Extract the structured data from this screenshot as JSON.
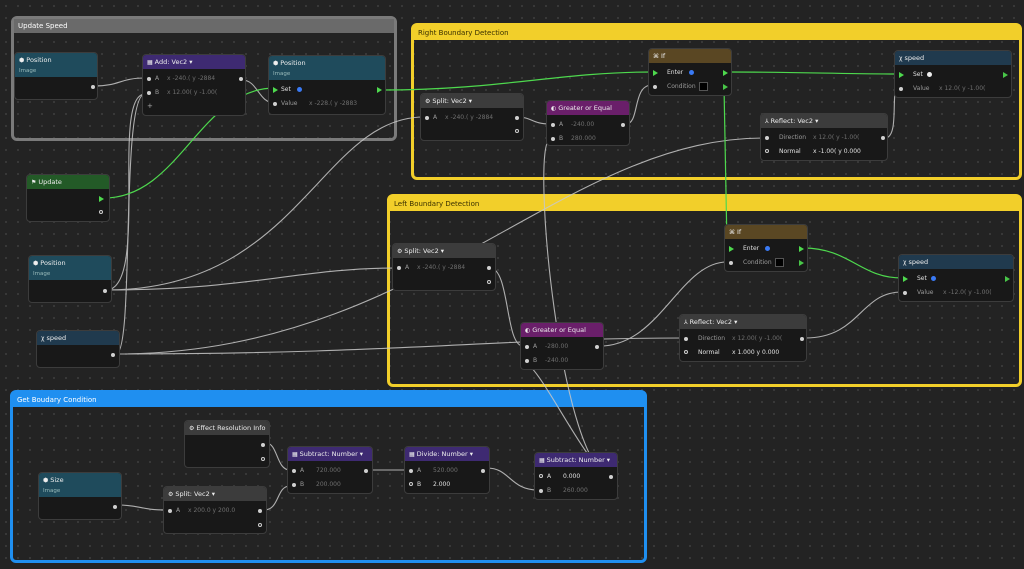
{
  "groups": {
    "update_speed": "Update Speed",
    "right_boundary": "Right Boundary Detection",
    "left_boundary": "Left Boundary Detection",
    "get_boundary": "Get Boudary Condition"
  },
  "nodes": {
    "position1": {
      "title": "Position",
      "sub": "Image"
    },
    "add_vec2": {
      "title": "Add: Vec2 ▾",
      "rowA": "A",
      "rowA_val": "x  -240.(   y  -2884",
      "rowB": "B",
      "rowB_val": "x  12.00(   y  -1.00(",
      "plus": "+"
    },
    "position_set": {
      "title": "Position",
      "sub": "Image",
      "set": "Set",
      "value": "Value",
      "value_val": "x  -228.(   y  -2883"
    },
    "update": {
      "title": "Update"
    },
    "position2": {
      "title": "Position",
      "sub": "Image"
    },
    "speed1": {
      "title": "speed"
    },
    "split_top": {
      "title": "Split: Vec2 ▾",
      "rowA": "A",
      "rowA_val": "x  -240.(   y  -2884"
    },
    "gte_top": {
      "title": "Greater or Equal",
      "rowA": "A",
      "rowA_val": "-240.00",
      "rowB": "B",
      "rowB_val": "280.000"
    },
    "if_top": {
      "title": "If",
      "enter": "Enter",
      "condition": "Condition"
    },
    "speed_set_top": {
      "title": "speed",
      "set": "Set",
      "value": "Value",
      "value_val": "x  12.0(   y  -1.00("
    },
    "reflect_top": {
      "title": "Reflect: Vec2 ▾",
      "direction": "Direction",
      "direction_val": "x  12.0(   y  -1.00(",
      "normal": "Normal",
      "normal_val": "x  -1.00(   y  0.000"
    },
    "split_mid": {
      "title": "Split: Vec2 ▾",
      "rowA": "A",
      "rowA_val": "x  -240.(   y  -2884"
    },
    "if_mid": {
      "title": "If",
      "enter": "Enter",
      "condition": "Condition"
    },
    "speed_set_mid": {
      "title": "speed",
      "set": "Set",
      "value": "Value",
      "value_val": "x  -12.0(   y  -1.00("
    },
    "gte_mid": {
      "title": "Greater or Equal",
      "rowA": "A",
      "rowA_val": "-280.00",
      "rowB": "B",
      "rowB_val": "-240.00"
    },
    "reflect_mid": {
      "title": "Reflect: Vec2 ▾",
      "direction": "Direction",
      "direction_val": "x  12.00(   y  -1.00(",
      "normal": "Normal",
      "normal_val": "x  1.000   y  0.000"
    },
    "effect_res": {
      "title": "Effect Resolution Info"
    },
    "subtract1": {
      "title": "Subtract: Number ▾",
      "rowA": "A",
      "rowA_val": "720.000",
      "rowB": "B",
      "rowB_val": "200.000"
    },
    "divide": {
      "title": "Divide: Number ▾",
      "rowA": "A",
      "rowA_val": "520.000",
      "rowB": "B",
      "rowB_val": "2.000"
    },
    "subtract2": {
      "title": "Subtract: Number ▾",
      "rowA": "A",
      "rowA_val": "0.000",
      "rowB": "B",
      "rowB_val": "260.000"
    },
    "size": {
      "title": "Size",
      "sub": "Image"
    },
    "split_bottom": {
      "title": "Split: Vec2 ▾",
      "rowA": "A",
      "rowA_val": "x  200.0   y  200.0"
    }
  },
  "colors": {
    "update_group": "#7a7a7a",
    "boundary_group": "#f2cf2a",
    "condition_group": "#1f8ff0",
    "exec_wire": "#4ed94e",
    "data_wire": "#c8c8c8"
  }
}
